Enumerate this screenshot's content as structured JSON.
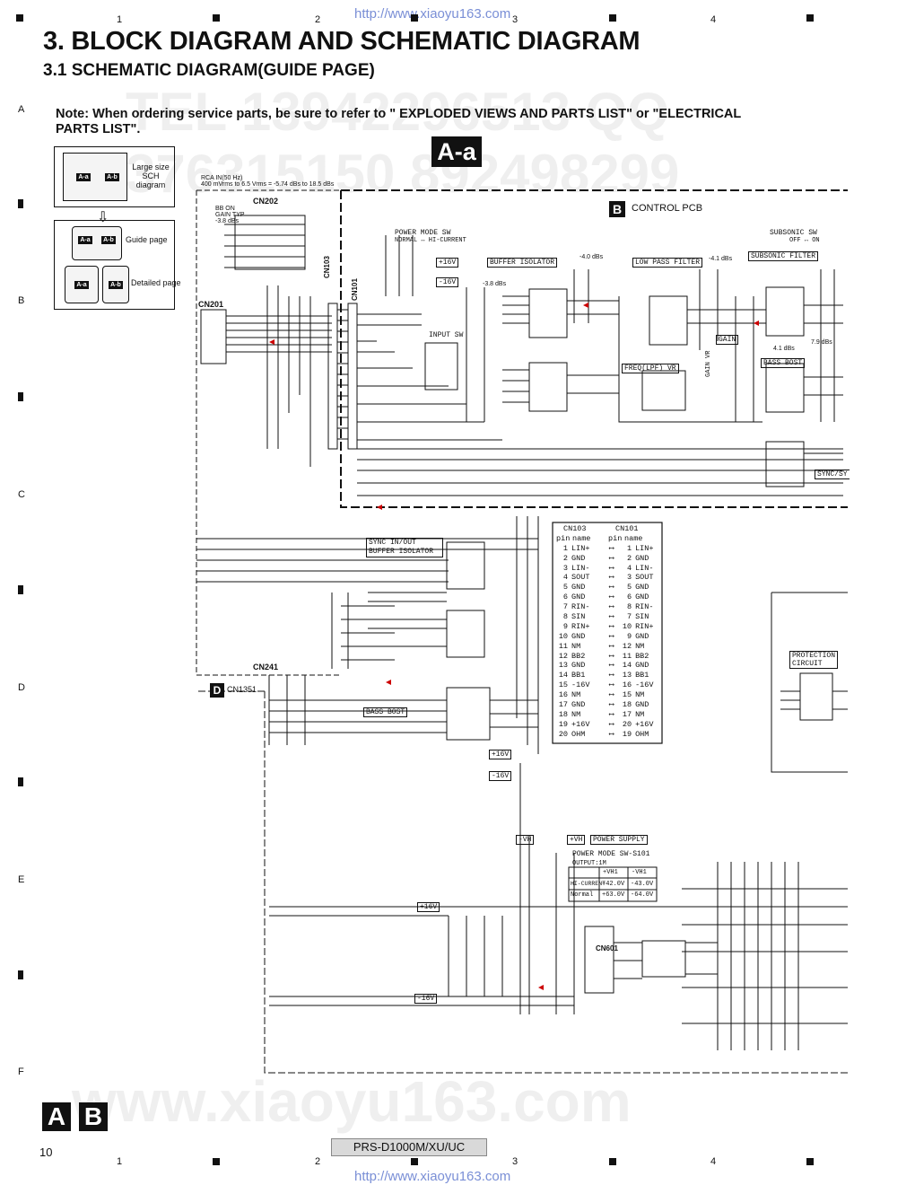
{
  "header": {
    "url": "http://www.xiaoyu163.com",
    "title": "3. BLOCK DIAGRAM AND SCHEMATIC DIAGRAM",
    "subtitle": "3.1  SCHEMATIC DIAGRAM(GUIDE PAGE)",
    "note": "Note: When ordering service parts, be sure to refer to \" EXPLODED VIEWS AND PARTS LIST\" or \"ELECTRICAL PARTS LIST\".",
    "section_badge": "A-a"
  },
  "grid": {
    "columns": [
      "1",
      "2",
      "3",
      "4"
    ],
    "rows": [
      "A",
      "B",
      "C",
      "D",
      "E",
      "F"
    ]
  },
  "guide": {
    "large_label": "Large size SCH diagram",
    "guide_label": "Guide page",
    "detailed_label": "Detailed page",
    "tile_a": "A-a",
    "tile_b": "A-b"
  },
  "schematic": {
    "rca_note_1": "RCA IN(50 Hz)",
    "rca_note_2": "400 mVrms to 6.5 Vrms = -5.74 dBs to 18.5 dBs",
    "bb_on": "BB ON",
    "gain_typ": "GAIN TYP",
    "gain_db": "-3.8 dBs",
    "cn202": "CN202",
    "cn201": "CN201",
    "cn103": "CN103",
    "cn101": "CN101",
    "cn241": "CN241",
    "cn601": "CN601",
    "pcb_badge_b": "B",
    "control_pcb": "CONTROL PCB",
    "pcb_badge_d": "D",
    "cn1351": "CN1351",
    "power_mode_sw": "POWER MODE SW",
    "power_mode_sub": "NORMAL ↔ HI-CURRENT",
    "subsonic_sw": "SUBSONIC SW",
    "subsonic_sub": "OFF ↔ ON",
    "plus16": "+16V",
    "minus16": "-16V",
    "buffer_isolator": "BUFFER ISOLATOR",
    "low_pass_filter": "LOW PASS FILTER",
    "subsonic_filter": "SUBSONIC FILTER",
    "input_sw": "INPUT SW",
    "freq_lpf_vr": "FREQ(LPF) VR",
    "gain": "GAIN",
    "gain_vr": "GAIN VR",
    "bass_bost": "BASS BOST",
    "sync_sy": "SYNC/SY",
    "sync_inout": "SYNC IN/OUT",
    "buffer_isolator2": "BUFFER ISOLATOR",
    "bass_bost2": "BASS BOST",
    "protection": "PROTECTION",
    "circuit": "CIRCUIT",
    "power_supply": "POWER SUPPLY",
    "plus_vh": "+VH",
    "minus_vh": "-VH",
    "db_40": "-4.0 dBs",
    "db_38": "-3.8 dBs",
    "db_41": "-4.1 dBs",
    "db_41b": "4.1 dBs",
    "db_79": "7.9 dBs"
  },
  "pin_table": {
    "left_header": "CN103",
    "right_header": "CN101",
    "col_pin": "pin",
    "col_name": "name",
    "rows": [
      {
        "lp": "1",
        "ln": "LIN+",
        "rp": "1",
        "rn": "LIN+"
      },
      {
        "lp": "2",
        "ln": "GND",
        "rp": "2",
        "rn": "GND"
      },
      {
        "lp": "3",
        "ln": "LIN-",
        "rp": "4",
        "rn": "LIN-"
      },
      {
        "lp": "4",
        "ln": "SOUT",
        "rp": "3",
        "rn": "SOUT"
      },
      {
        "lp": "5",
        "ln": "GND",
        "rp": "5",
        "rn": "GND"
      },
      {
        "lp": "6",
        "ln": "GND",
        "rp": "6",
        "rn": "GND"
      },
      {
        "lp": "7",
        "ln": "RIN-",
        "rp": "8",
        "rn": "RIN-"
      },
      {
        "lp": "8",
        "ln": "SIN",
        "rp": "7",
        "rn": "SIN"
      },
      {
        "lp": "9",
        "ln": "RIN+",
        "rp": "10",
        "rn": "RIN+"
      },
      {
        "lp": "10",
        "ln": "GND",
        "rp": "9",
        "rn": "GND"
      },
      {
        "lp": "11",
        "ln": "NM",
        "rp": "12",
        "rn": "NM"
      },
      {
        "lp": "12",
        "ln": "BB2",
        "rp": "11",
        "rn": "BB2"
      },
      {
        "lp": "13",
        "ln": "GND",
        "rp": "14",
        "rn": "GND"
      },
      {
        "lp": "14",
        "ln": "BB1",
        "rp": "13",
        "rn": "BB1"
      },
      {
        "lp": "15",
        "ln": "-16V",
        "rp": "16",
        "rn": "-16V"
      },
      {
        "lp": "16",
        "ln": "NM",
        "rp": "15",
        "rn": "NM"
      },
      {
        "lp": "17",
        "ln": "GND",
        "rp": "18",
        "rn": "GND"
      },
      {
        "lp": "18",
        "ln": "NM",
        "rp": "17",
        "rn": "NM"
      },
      {
        "lp": "19",
        "ln": "+16V",
        "rp": "20",
        "rn": "+16V"
      },
      {
        "lp": "20",
        "ln": "OHM",
        "rp": "19",
        "rn": "OHM"
      }
    ]
  },
  "power_table": {
    "title": "POWER MODE SW-S101",
    "output": "OUTPUT:1M",
    "h1": "+VH1",
    "h2": "-VH1",
    "rows": [
      {
        "mode": "HI-CURRENT",
        "pos": "+42.0V",
        "neg": "-43.0V"
      },
      {
        "mode": "Normal",
        "pos": "+63.0V",
        "neg": "-64.0V"
      }
    ]
  },
  "watermarks": {
    "w1": "www.xiaoyu163.com",
    "w2": "TEL 13942296513 QQ 376315150 892498299"
  },
  "footer": {
    "page_num": "10",
    "model": "PRS-D1000M/XU/UC",
    "badge_a": "A",
    "badge_b": "B",
    "url": "http://www.xiaoyu163.com"
  }
}
